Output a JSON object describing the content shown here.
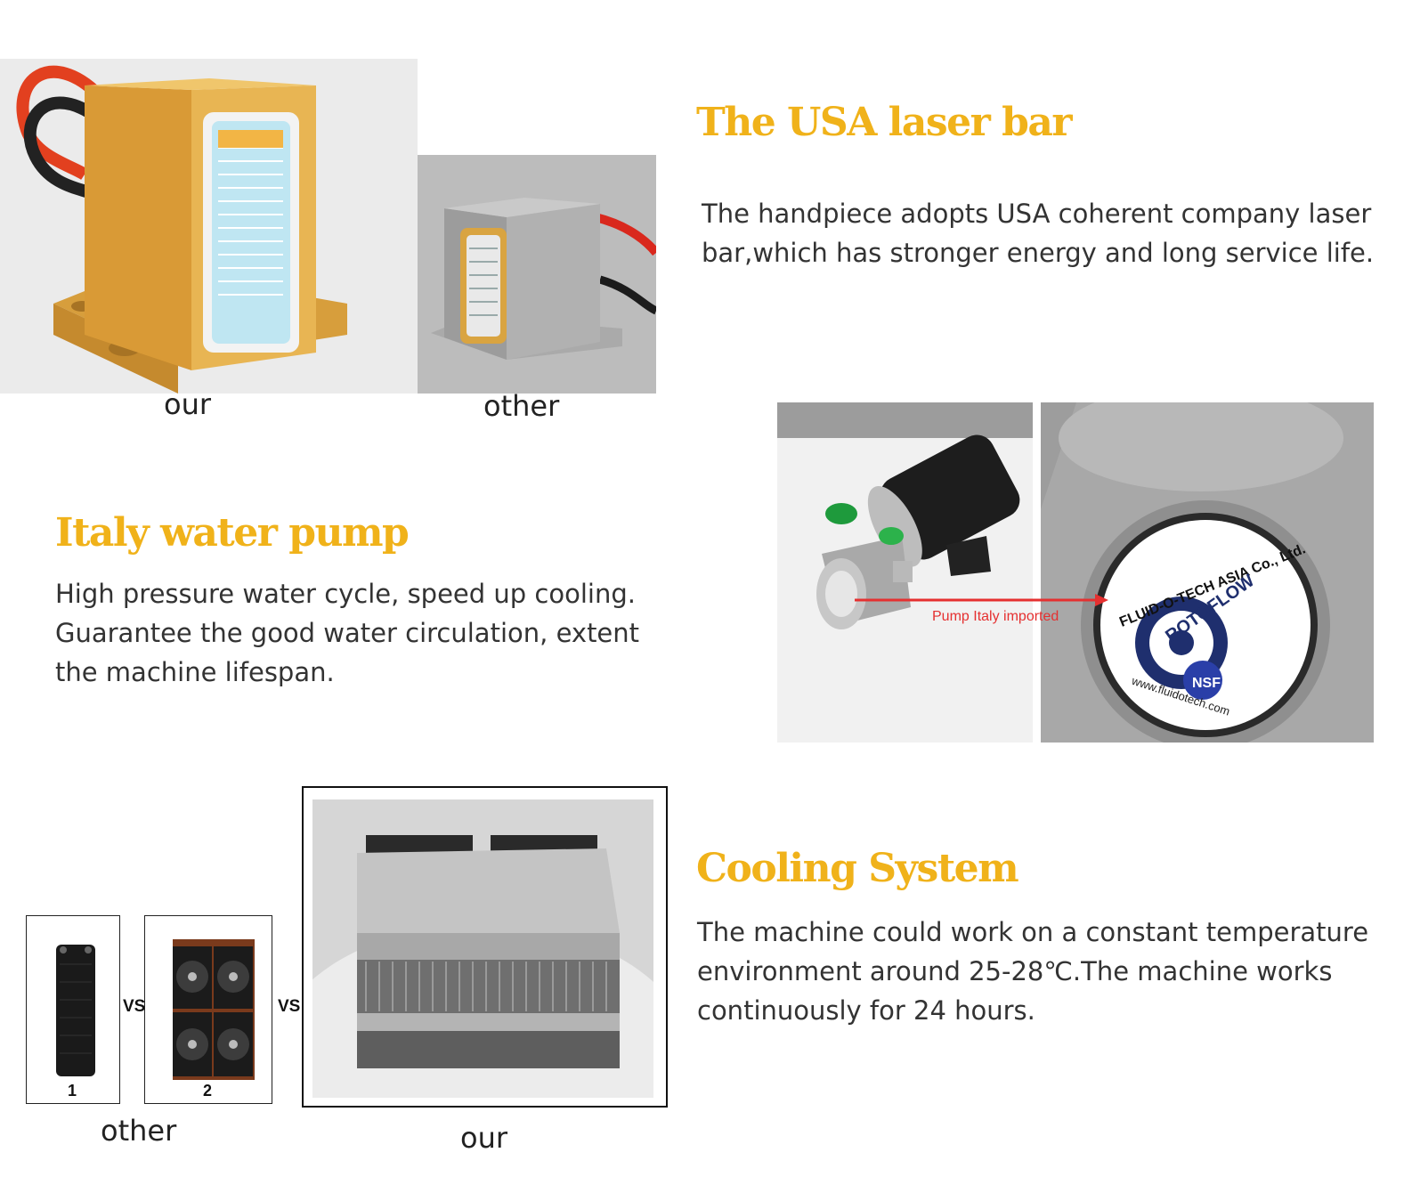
{
  "laser": {
    "title": "The USA laser bar",
    "description": "The handpiece adopts USA coherent company laser bar,which has stronger energy and long service life.",
    "label_our": "our",
    "label_other": "other"
  },
  "pump": {
    "title": "Italy water pump",
    "description": "High pressure water cycle, speed up cooling. Guarantee the good water circulation, extent the machine lifespan.",
    "annotation": "Pump Italy imported",
    "logo_text": "FLUID-O-TECH ASIA Co., Ltd.",
    "brand_text": "ROTOFLOW",
    "nsf_text": "NSF",
    "url_text": "www.fluidotech.com"
  },
  "cooling": {
    "title": "Cooling System",
    "description": "The machine could work on a constant temperature environment around 25-28℃.The machine works continuously for 24 hours.",
    "vs1": "VS",
    "vs2": "VS",
    "num1": "1",
    "num2": "2",
    "label_other": "other",
    "label_our": "our"
  },
  "colors": {
    "heading": "#f0b21a",
    "gold": "#d9a13a",
    "annotation_red": "#e53030"
  }
}
